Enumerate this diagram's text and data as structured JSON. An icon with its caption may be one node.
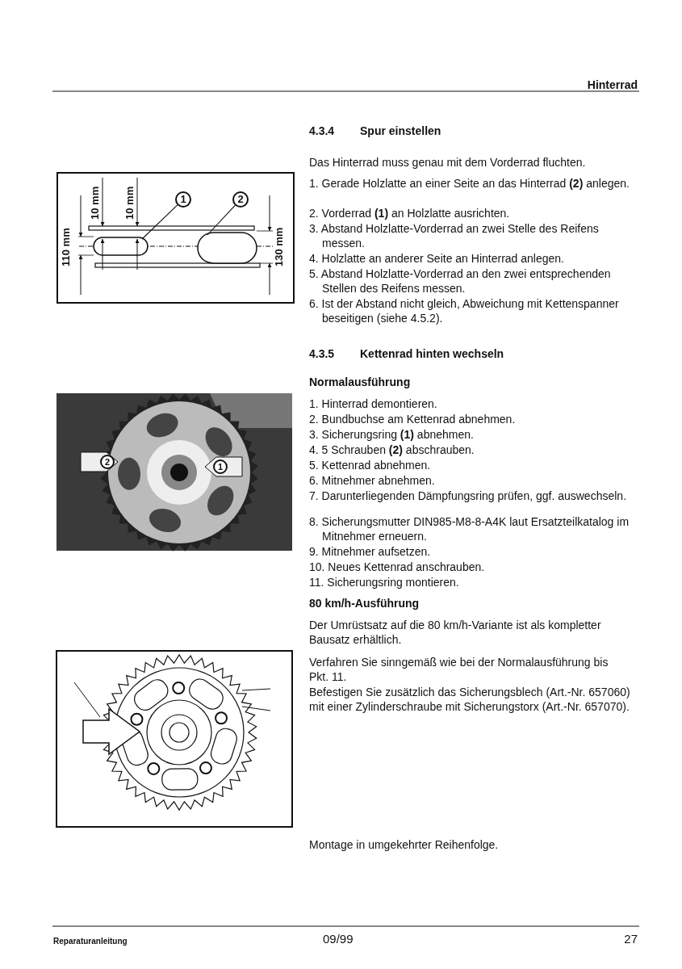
{
  "diagram": {
    "title": "Hinterrad",
    "nodes": [
      {
        "text": [
          "1"
        ]
      },
      {
        "text": [
          "2"
        ]
      },
      {
        "text": [
          "2"
        ]
      },
      {
        "text": [
          "1"
        ]
      }
    ],
    "edges": [
      {
        "from": 0,
        "to": null,
        "arrow": "none"
      },
      {
        "from": 1,
        "to": null,
        "arrow": "none"
      }
    ],
    "labels": [
      "4.3.4",
      "Spur einstellen",
      "Das Hinterrad muss genau mit dem Vorderrad fluchten.",
      "1. Gerade Holzlatte an einer Seite an das Hinterrad **(2)** anlegen.",
      "2. Vorderrad **(1)** an Holzlatte ausrichten.",
      "3. Abstand Holzlatte-Vorderrad an zwei Stelle des Reifens messen.",
      "4. Holzlatte an anderer Seite an Hinterrad anlegen.",
      "5. Abstand Holzlatte-Vorderrad an den zwei entsprechenden Stellen des Reifens messen.",
      "6. Ist der Abstand nicht gleich, Abweichung mit Kettenspanner beseitigen (siehe 4.5.2).",
      "10 mm",
      "10 mm",
      "110 mm",
      "130 mm",
      "4.3.5",
      "Kettenrad hinten wechseln",
      "Normalausführung",
      "1. Hinterrad demontieren.",
      "2. Bundbuchse am Kettenrad abnehmen.",
      "3. Sicherungsring **(1)** abnehmen.",
      "4. 5 Schrauben **(2)** abschrauben.",
      "5. Kettenrad abnehmen.",
      "6. Mitnehmer abnehmen.",
      "7. Darunterliegenden Dämpfungsring prüfen, ggf. auswechseln.",
      "8. Sicherungsmutter DIN985-M8-8-A4K laut Ersatzteilkatalog im Mitnehmer erneuern.",
      "9. Mitnehmer aufsetzen.",
      "10. Neues Kettenrad anschrauben.",
      "11. Sicherungsring montieren.",
      "80 km/h-Ausführung",
      "Der Umrüstsatz auf die 80 km/h-Variante ist als kompletter Bausatz erhältlich.",
      "Verfahren Sie sinngemäß wie bei der Normalausführung bis Pkt. 11.",
      "Befestigen Sie zusätzlich das Sicherungsblech (Art.-Nr. 657060) mit einer Zylinderschraube mit Sicherungstorx (Art.-Nr. 657070).",
      "Montage in umgekehrter Reihenfolge.",
      "Reparaturanleitung",
      "09/99",
      "27"
    ]
  }
}
